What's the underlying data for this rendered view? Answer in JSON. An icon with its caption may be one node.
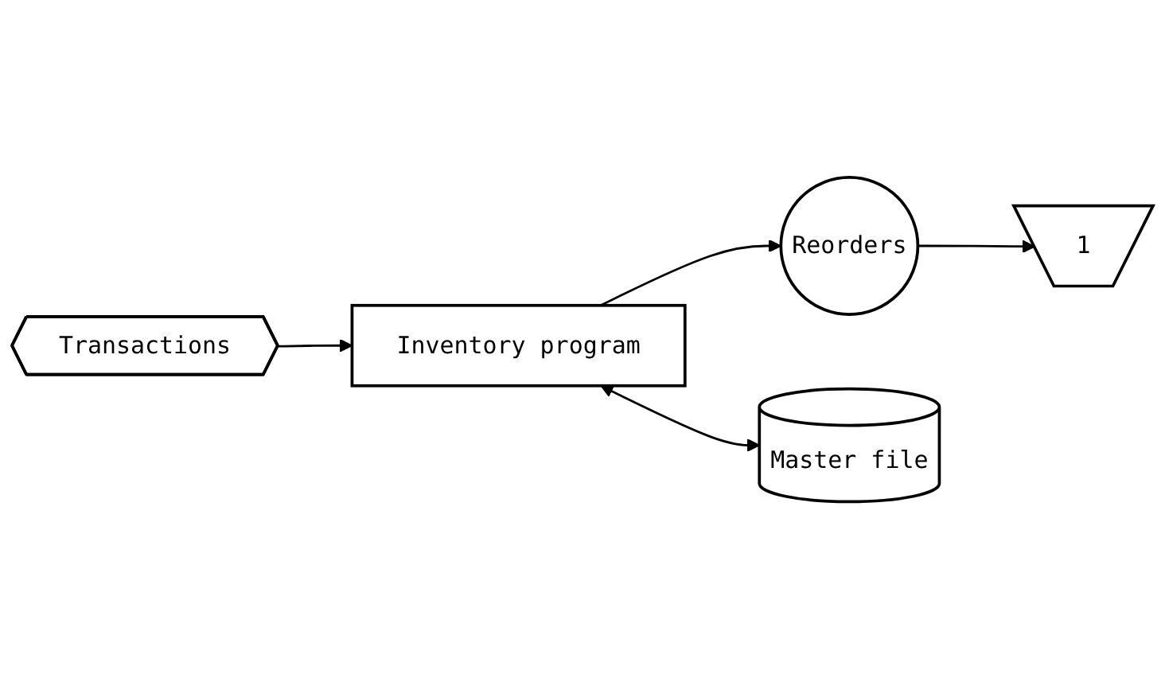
{
  "diagram": {
    "nodes": [
      {
        "text": [
          "Transactions"
        ]
      },
      {
        "text": [
          "Inventory program"
        ]
      },
      {
        "text": [
          "Reorders"
        ]
      },
      {
        "text": [
          "Master file"
        ]
      },
      {
        "text": [
          "1"
        ]
      }
    ],
    "edges": [
      {
        "from": 0,
        "to": 1,
        "arrow": "to"
      },
      {
        "from": 1,
        "to": 2,
        "arrow": "to"
      },
      {
        "from": 1,
        "to": 3,
        "arrow": "both"
      },
      {
        "from": 2,
        "to": 4,
        "arrow": "to"
      }
    ]
  }
}
